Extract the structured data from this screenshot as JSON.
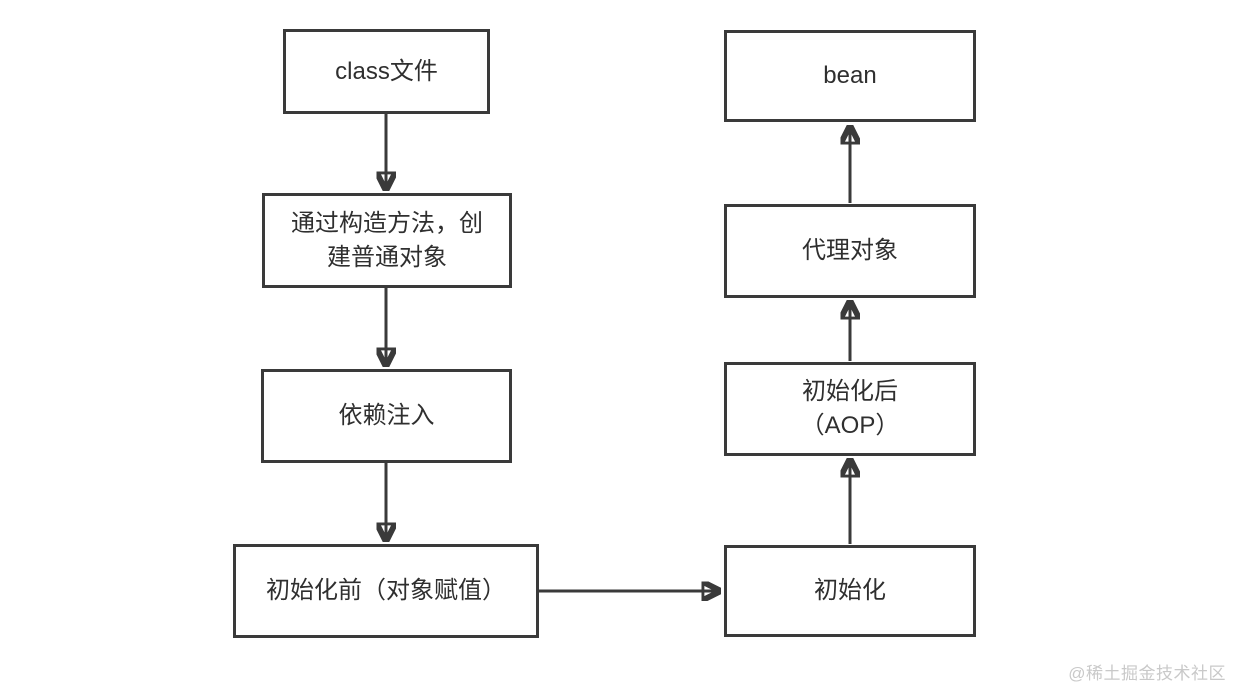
{
  "diagram": {
    "nodes": {
      "class_file": {
        "lines": [
          "class文件"
        ]
      },
      "create_object": {
        "lines": [
          "通过构造方法，创",
          "建普通对象"
        ]
      },
      "dependency_injection": {
        "lines": [
          "依赖注入"
        ]
      },
      "before_init": {
        "lines": [
          "初始化前（对象赋值）"
        ]
      },
      "bean": {
        "lines": [
          "bean"
        ]
      },
      "proxy_object": {
        "lines": [
          "代理对象"
        ]
      },
      "after_init": {
        "lines": [
          "初始化后",
          "（AOP）"
        ]
      },
      "init": {
        "lines": [
          "初始化"
        ]
      }
    },
    "edges": [
      {
        "from": "class_file",
        "to": "create_object",
        "direction": "down"
      },
      {
        "from": "create_object",
        "to": "dependency_injection",
        "direction": "down"
      },
      {
        "from": "dependency_injection",
        "to": "before_init",
        "direction": "down"
      },
      {
        "from": "before_init",
        "to": "init",
        "direction": "right"
      },
      {
        "from": "init",
        "to": "after_init",
        "direction": "up"
      },
      {
        "from": "after_init",
        "to": "proxy_object",
        "direction": "up"
      },
      {
        "from": "proxy_object",
        "to": "bean",
        "direction": "up"
      }
    ],
    "watermark": "@稀土掘金技术社区",
    "colors": {
      "line": "#3a3a3a",
      "text": "#2f2f2f",
      "background": "#ffffff",
      "watermark": "#c9c9c9"
    }
  }
}
